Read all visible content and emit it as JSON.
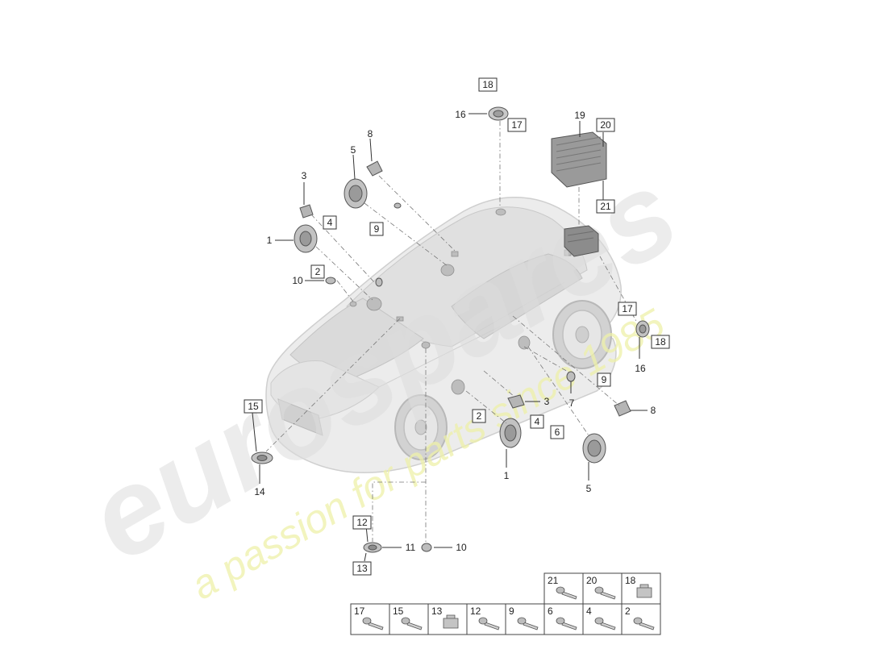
{
  "watermark": {
    "brand": "eurospares",
    "tagline": "a passion for parts since 1985"
  },
  "callouts": {
    "c18_top": "18",
    "c16_top": "16",
    "c17_top": "17",
    "c19": "19",
    "c20": "20",
    "c21": "21",
    "c8_left": "8",
    "c5_left": "5",
    "c3_left": "3",
    "c4_left": "4",
    "c9_left": "9",
    "c1_left": "1",
    "c2_left": "2",
    "c10_left": "10",
    "c17_right": "17",
    "c18_right": "18",
    "c16_right": "16",
    "c9_right": "9",
    "c3_mid": "3",
    "c7": "7",
    "c8_right": "8",
    "c2_mid": "2",
    "c4_mid": "4",
    "c6": "6",
    "c1_bottom": "1",
    "c5_bottom": "5",
    "c15": "15",
    "c14": "14",
    "c12": "12",
    "c11": "11",
    "c10_bottom": "10",
    "c13": "13"
  },
  "fastener_grid": {
    "top_row": [
      "21",
      "20",
      "18"
    ],
    "bottom_row": [
      "17",
      "15",
      "13",
      "12",
      "9",
      "6",
      "4",
      "2"
    ]
  }
}
